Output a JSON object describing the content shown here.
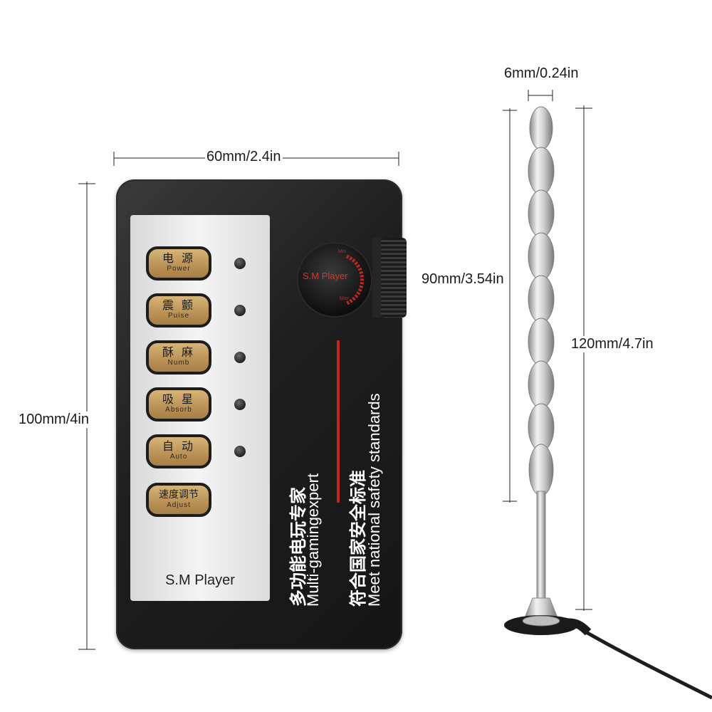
{
  "dimensions": {
    "width_label": "60mm/2.4in",
    "height_label": "100mm/4in",
    "probe_diameter_label": "6mm/0.24in",
    "probe_bead_length_label": "90mm/3.54in",
    "probe_total_length_label": "120mm/4.7in"
  },
  "device": {
    "buttons": [
      {
        "cn": "电 源",
        "en": "Power"
      },
      {
        "cn": "震 颤",
        "en": "Puise"
      },
      {
        "cn": "酥 麻",
        "en": "Numb"
      },
      {
        "cn": "吸 星",
        "en": "Absorb"
      },
      {
        "cn": "自 动",
        "en": "Auto"
      },
      {
        "cn": "速度调节",
        "en": "Adjust"
      }
    ],
    "panel_brand": "S.M Player",
    "dial_label": "S.M Player",
    "dial_min": "Min",
    "dial_max": "Max",
    "slogan_cn_1": "多功能电玩专家",
    "slogan_en_1": "Multi-gamingexpert",
    "slogan_cn_2": "符合国家安全标准",
    "slogan_en_2": "Meet national safety standards"
  },
  "colors": {
    "device_body": "#1e1e1e",
    "panel": "#ececec",
    "button_gold": "#c19b5e",
    "accent_red": "#c0281f",
    "probe_metal": "#c8c8c8"
  }
}
